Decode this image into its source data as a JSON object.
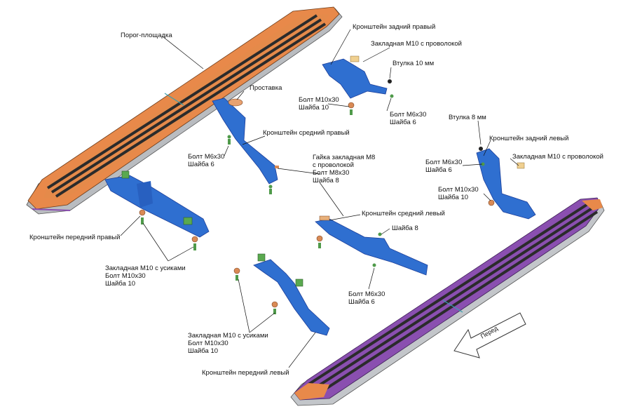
{
  "labels": {
    "step_board": "Порог-площадка",
    "spacer": "Проставка",
    "rear_right_bracket": "Кронштейн задний правый",
    "insert_m10_wire_1": "Закладная М10 с проволокой",
    "bushing_10": "Втулка 10 мм",
    "bolt_m10x30_a": "Болт М10х30",
    "washer_10_a": "Шайба 10",
    "bolt_m6x30_a": "Болт М6х30",
    "washer_6_a": "Шайба 6",
    "middle_right_bracket": "Кронштейн средний правый",
    "bolt_m6x30_b": "Болт М6х30",
    "washer_6_b": "Шайба 6",
    "nut_insert_m8_1": "Гайка закладная М8",
    "nut_insert_m8_2": "с проволокой",
    "bolt_m8x30": "Болт М8х30",
    "washer_8_a": "Шайба 8",
    "bushing_8": "Втулка 8 мм",
    "rear_left_bracket": "Кронштейн задний левый",
    "bolt_m6x30_c": "Болт М6х30",
    "washer_6_c": "Шайба 6",
    "insert_m10_wire_2": "Закладная М10 с проволокой",
    "bolt_m10x30_b": "Болт М10х30",
    "washer_10_b": "Шайба 10",
    "front_right_bracket": "Кронштейн передний правый",
    "middle_left_bracket": "Кронштейн средний левый",
    "washer_8_b": "Шайба 8",
    "insert_m10_whisk_a": "Закладная М10  с усиками",
    "bolt_m10x30_c": "Болт М10х30",
    "washer_10_c": "Шайба 10",
    "bolt_m6x30_d": "Болт М6х30",
    "washer_6_d": "Шайба 6",
    "insert_m10_whisk_b": "Закладная М10  с усиками",
    "bolt_m10x30_d": "Болт М10х30",
    "washer_10_d": "Шайба 10",
    "front_left_bracket": "Кронштейн передний левый",
    "forward": "Перед"
  },
  "colors": {
    "board_orange": "#e8894a",
    "board_dark": "#2b2b2b",
    "board_purple": "#8a4fb0",
    "board_silver": "#c9ccd0",
    "bracket_blue": "#2f6fd0",
    "bracket_blue_dark": "#1d3f9a",
    "washer": "#d98a55",
    "fastener_green": "#4f9a4a",
    "leader": "#111111"
  }
}
